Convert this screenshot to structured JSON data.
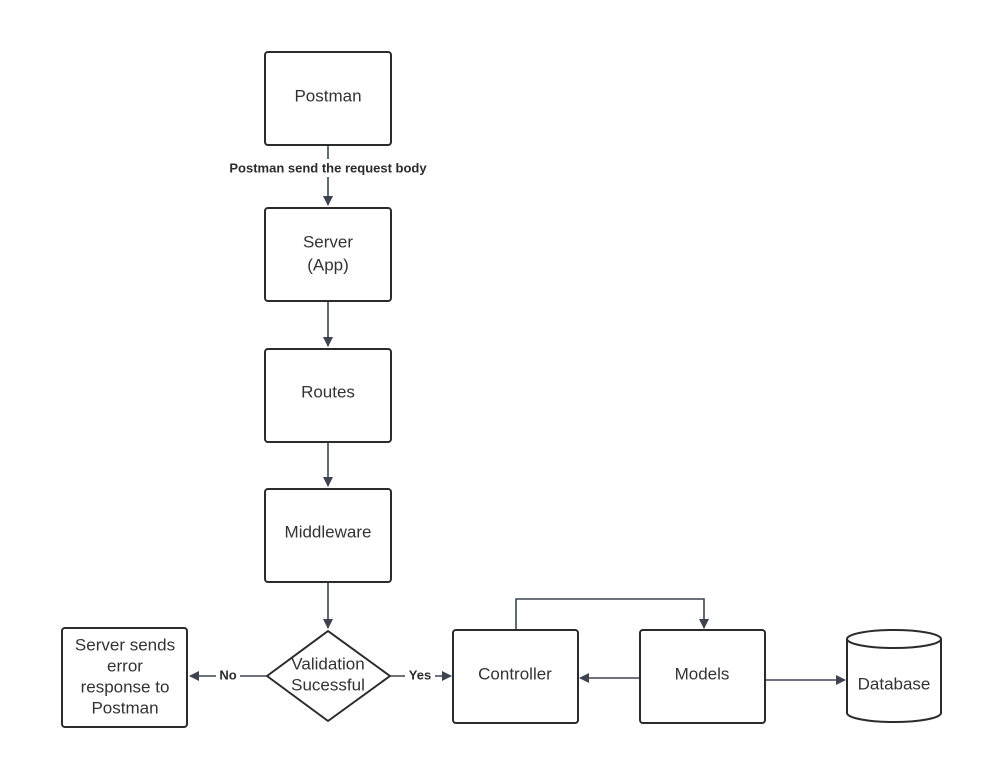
{
  "nodes": {
    "postman": {
      "lines": [
        "Postman"
      ]
    },
    "server": {
      "lines": [
        "Server",
        "(App)"
      ]
    },
    "routes": {
      "lines": [
        "Routes"
      ]
    },
    "middleware": {
      "lines": [
        "Middleware"
      ]
    },
    "validation": {
      "lines": [
        "Validation",
        "Sucessful"
      ]
    },
    "error_response": {
      "lines": [
        "Server sends",
        "error",
        "response to",
        "Postman"
      ]
    },
    "controller": {
      "lines": [
        "Controller"
      ]
    },
    "models": {
      "lines": [
        "Models"
      ]
    },
    "database": {
      "lines": [
        "Database"
      ]
    }
  },
  "edges": {
    "postman_to_server": {
      "label": "Postman send the request body"
    },
    "validation_no": {
      "label": "No"
    },
    "validation_yes": {
      "label": "Yes"
    }
  },
  "colors": {
    "stroke": "#2b2b2b",
    "edge": "#3d4450",
    "text": "#333333",
    "background": "#ffffff"
  }
}
